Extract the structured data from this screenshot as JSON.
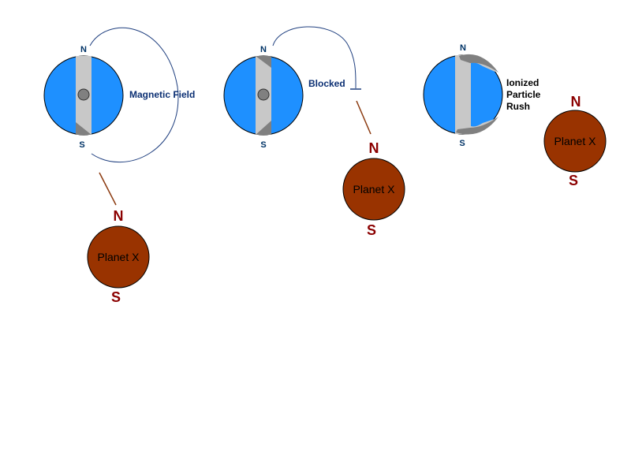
{
  "colors": {
    "earth_fill": "#1e90ff",
    "core_band": "#c8c8c8",
    "core_dark": "#808080",
    "earth_pole_text": "#003366",
    "field_line": "#1f3f7f",
    "label_blue": "#0b2f73",
    "planet_fill": "#993300",
    "planet_pole_text": "#8b0000",
    "link_line": "#8b3a0f"
  },
  "panels": [
    {
      "earth": {
        "north_label": "N",
        "south_label": "S"
      },
      "field_label": "Magnetic Field",
      "planet": {
        "name": "Planet X",
        "north_label": "N",
        "south_label": "S"
      }
    },
    {
      "earth": {
        "north_label": "N",
        "south_label": "S"
      },
      "field_label": "Blocked",
      "planet": {
        "name": "Planet X",
        "north_label": "N",
        "south_label": "S"
      }
    },
    {
      "earth": {
        "north_label": "N",
        "south_label": "S"
      },
      "rush_label": [
        "Ionized",
        "Particle",
        "Rush"
      ],
      "planet": {
        "name": "Planet X",
        "north_label": "N",
        "south_label": "S"
      }
    }
  ]
}
